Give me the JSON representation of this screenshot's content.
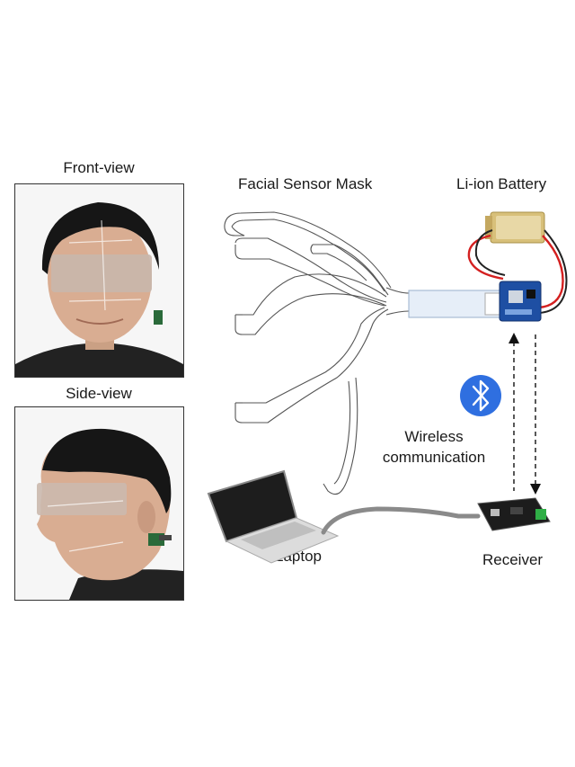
{
  "labels": {
    "front_view": "Front-view",
    "side_view": "Side-view",
    "mask": "Facial Sensor Mask",
    "battery": "Li-ion Battery",
    "wireless_line1": "Wireless",
    "wireless_line2": "communication",
    "laptop": "Laptop",
    "receiver": "Receiver"
  },
  "colors": {
    "bluetooth": "#2f6fe0",
    "hair": "#161616",
    "skin": "#d9ad92",
    "shirt": "#222222",
    "cable": "#8a8a8a",
    "battery": "#d8c07a",
    "board": "#1e4fa3",
    "wire_red": "#d42020",
    "connector": "#e6eef8"
  }
}
